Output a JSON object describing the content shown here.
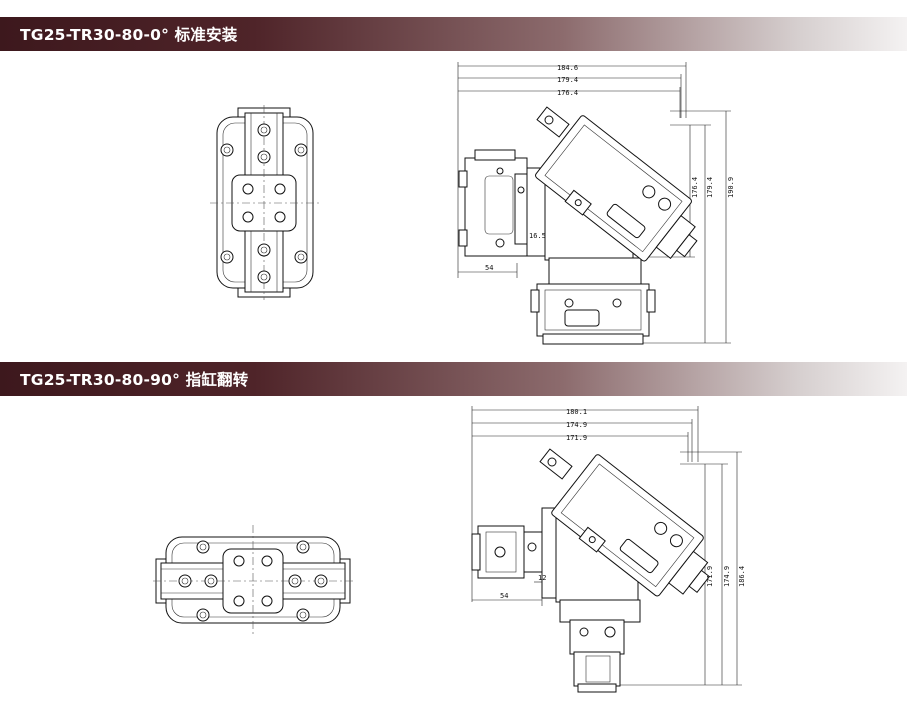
{
  "sections": [
    {
      "title": "TG25-TR30-80-0° 标准安装",
      "dimensions": {
        "top_widths": [
          "184.6",
          "179.4",
          "176.4"
        ],
        "right_heights": [
          "176.4",
          "179.4",
          "190.9"
        ],
        "offset_small": "16.5",
        "offset_base": "54"
      }
    },
    {
      "title": "TG25-TR30-80-90° 指缸翻转",
      "dimensions": {
        "top_widths": [
          "180.1",
          "174.9",
          "171.9"
        ],
        "right_heights": [
          "171.9",
          "174.9",
          "186.4"
        ],
        "offset_small": "12",
        "offset_base": "54"
      }
    }
  ],
  "colors": {
    "banner_dark": "#3d181d",
    "banner_light": "#f4f2f2",
    "banner_text": "#ffffff",
    "line": "#111111"
  }
}
